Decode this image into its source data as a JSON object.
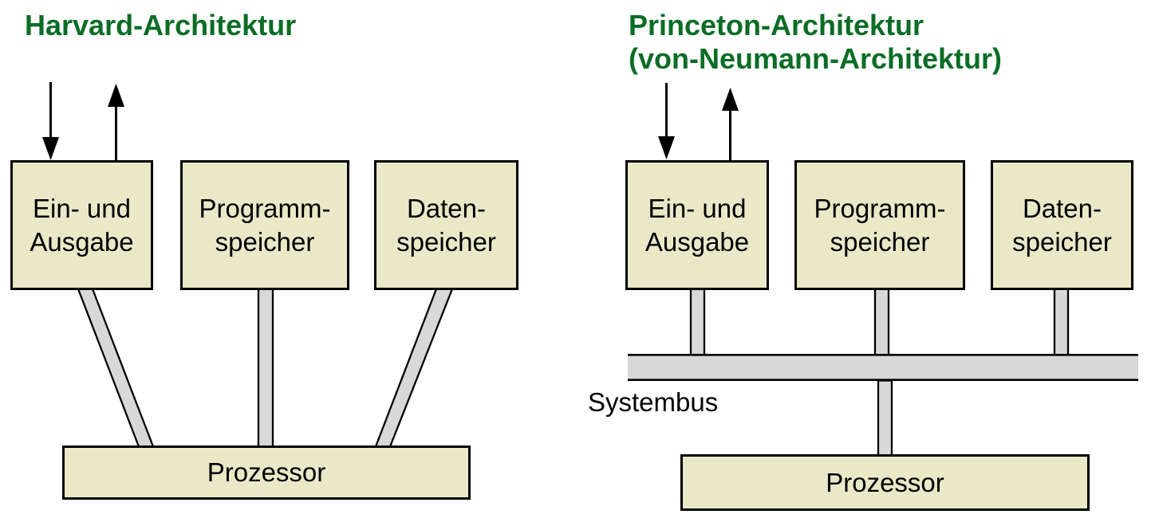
{
  "left_panel": {
    "title": "Harvard-Architektur",
    "boxes": [
      {
        "label": "Ein- und\nAusgabe"
      },
      {
        "label": "Programm-\nspeicher"
      },
      {
        "label": "Daten-\nspeicher"
      }
    ],
    "processor_label": "Prozessor"
  },
  "right_panel": {
    "title": "Princeton-Architektur\n(von-Neumann-Architektur)",
    "boxes": [
      {
        "label": "Ein- und\nAusgabe"
      },
      {
        "label": "Programm-\nspeicher"
      },
      {
        "label": "Daten-\nspeicher"
      }
    ],
    "bus_label": "Systembus",
    "processor_label": "Prozessor"
  },
  "colors": {
    "title_green": "#0b6d25",
    "box_fill": "#e9e9c8",
    "connector_gray": "#d8d8d8",
    "outline_black": "#000000"
  }
}
